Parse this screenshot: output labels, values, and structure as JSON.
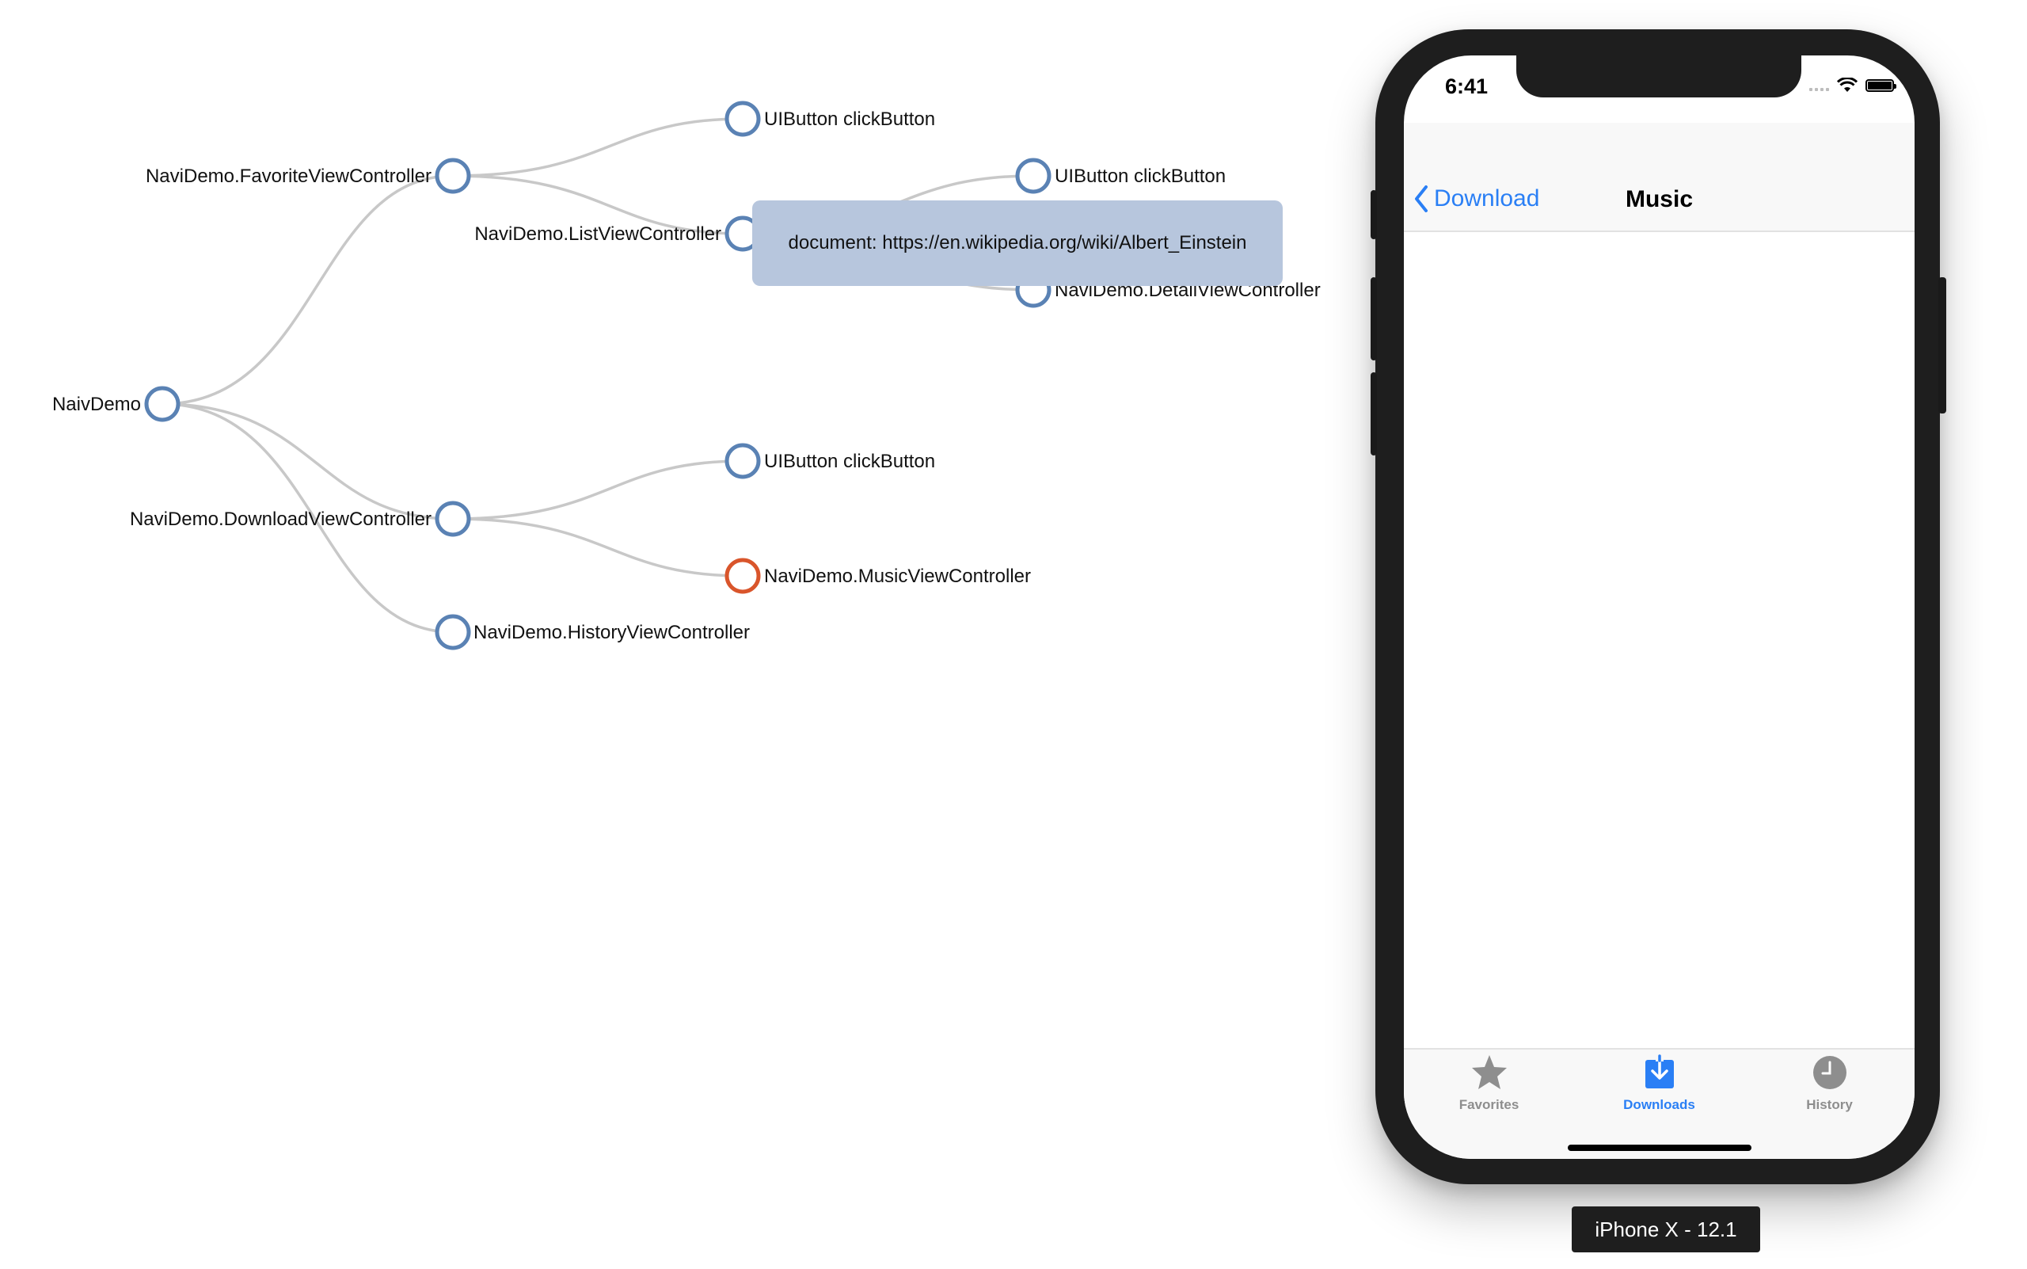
{
  "tree": {
    "root": "NaivDemo",
    "nodes": {
      "favorite_vc": "NaviDemo.FavoriteViewController",
      "favorite_button": "UIButton clickButton",
      "list_vc": "NaviDemo.ListViewController",
      "list_button": "UIButton clickButton",
      "detail_vc": "NaviDemo.DetailViewController",
      "download_vc": "NaviDemo.DownloadViewController",
      "download_button": "UIButton clickButton",
      "music_vc": "NaviDemo.MusicViewController",
      "history_vc": "NaviDemo.HistoryViewController"
    },
    "colors": {
      "node_stroke": "#5a82b4",
      "active_stroke": "#d9552b",
      "link": "#c8c8c8"
    },
    "active_node": "music_vc"
  },
  "tooltip": {
    "text": "document: https://en.wikipedia.org/wiki/Albert_Einstein"
  },
  "phone": {
    "status": {
      "time": "6:41"
    },
    "navbar": {
      "back_label": "Download",
      "title": "Music"
    },
    "tabs": [
      {
        "label": "Favorites",
        "icon": "star-icon",
        "active": false
      },
      {
        "label": "Downloads",
        "icon": "download-icon",
        "active": true
      },
      {
        "label": "History",
        "icon": "clock-icon",
        "active": false
      }
    ],
    "accent_color": "#2a7ff5",
    "device_label": "iPhone X - 12.1"
  }
}
